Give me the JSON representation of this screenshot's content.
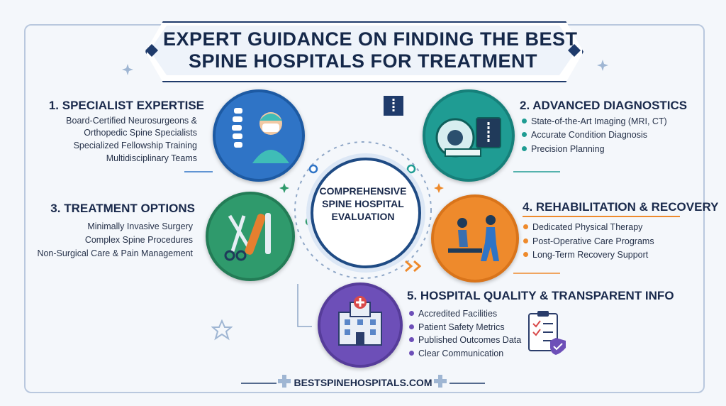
{
  "title_lines": [
    "EXPERT GUIDANCE ON FINDING THE BEST",
    "SPINE HOSPITALS FOR TREATMENT"
  ],
  "center": {
    "lines": [
      "COMPREHENSIVE",
      "SPINE HOSPITAL",
      "EVALUATION"
    ]
  },
  "sections": {
    "s1": {
      "heading": "1. SPECIALIST EXPERTISE",
      "items": [
        "Board-Certified Neurosurgeons &",
        "Orthopedic Spine Specialists",
        "Specialized Fellowship Training",
        "Multidisciplinary Teams"
      ]
    },
    "s2": {
      "heading": "2. ADVANCED DIAGNOSTICS",
      "items": [
        "State-of-the-Art Imaging (MRI, CT)",
        "Accurate Condition Diagnosis",
        "Precision Planning"
      ]
    },
    "s3": {
      "heading": "3. TREATMENT OPTIONS",
      "items": [
        "Minimally Invasive Surgery",
        "Complex Spine Procedures",
        "Non-Surgical Care & Pain Management"
      ]
    },
    "s4": {
      "heading": "4. REHABILITATION & RECOVERY",
      "items": [
        "Dedicated Physical Therapy",
        "Post-Operative Care Programs",
        "Long-Term Recovery Support"
      ]
    },
    "s5": {
      "heading": "5. HOSPITAL QUALITY & TRANSPARENT INFO",
      "items": [
        "Accredited Facilities",
        "Patient Safety Metrics",
        "Published Outcomes Data",
        "Clear Communication"
      ]
    }
  },
  "footer": {
    "url": "BESTSPINEHOSPITALS.COM"
  },
  "colors": {
    "blue": "#2f74c6",
    "teal": "#1f9c93",
    "green": "#2f9a6c",
    "orange": "#ee8a2c",
    "purple": "#6d4fb8",
    "navy": "#1f3b6b"
  }
}
